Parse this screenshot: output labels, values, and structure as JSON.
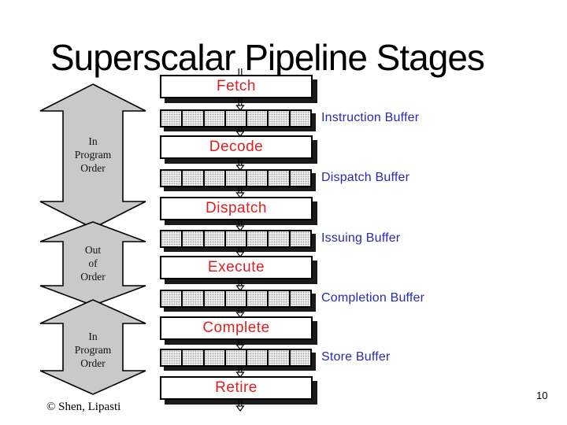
{
  "title": "Superscalar Pipeline Stages",
  "stages": {
    "labels": [
      "Fetch",
      "Decode",
      "Dispatch",
      "Execute",
      "Complete",
      "Retire"
    ]
  },
  "buffers": {
    "labels": [
      "Instruction Buffer",
      "Dispatch Buffer",
      "Issuing Buffer",
      "Completion Buffer",
      "Store Buffer"
    ],
    "cells_per_buffer": 7
  },
  "order_flow": {
    "groups": [
      {
        "line1": "In",
        "line2": "Program",
        "line3": "Order"
      },
      {
        "line1": "Out",
        "line2": "of",
        "line3": "Order"
      },
      {
        "line1": "In",
        "line2": "Program",
        "line3": "Order"
      }
    ]
  },
  "footer": {
    "copyright": "© Shen, Lipasti",
    "page_number": "10"
  },
  "colors": {
    "stage_text": "#e02020",
    "buffer_label": "#2929b8",
    "arrow_fill": "#c9c9c9",
    "shadow": "#1a1a1a"
  }
}
